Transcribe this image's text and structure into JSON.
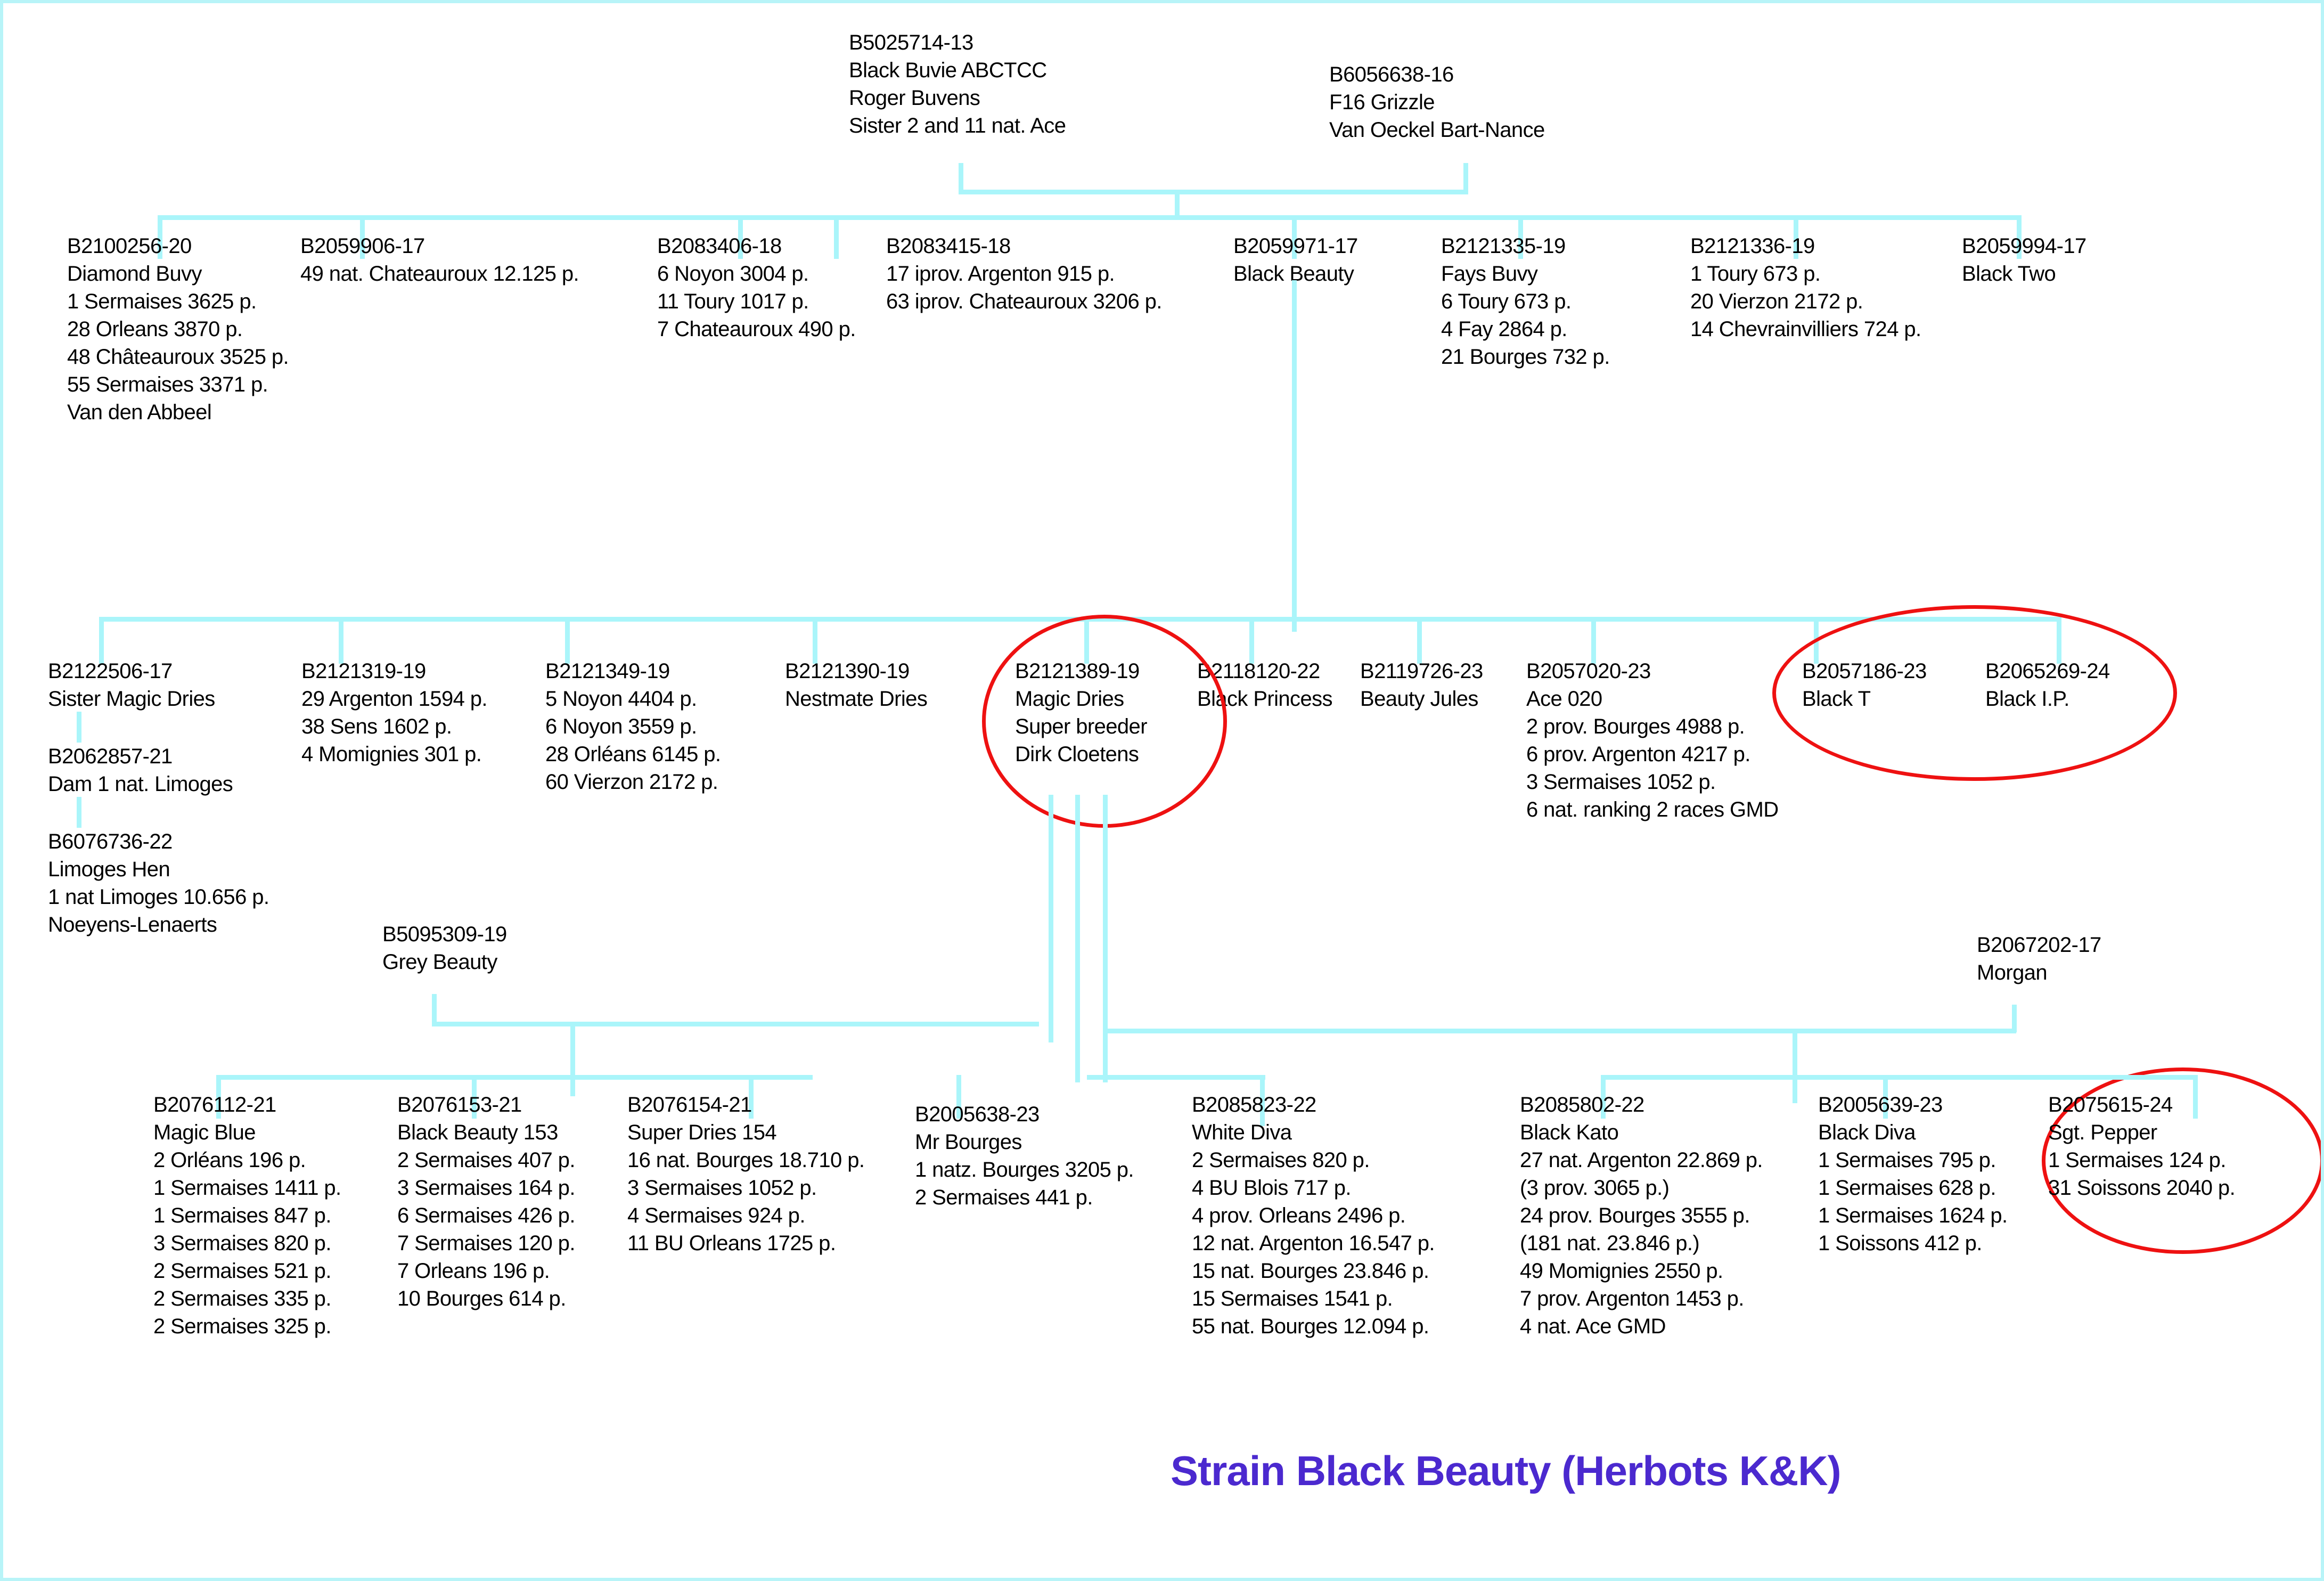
{
  "chart_data": {
    "type": "table",
    "title": "Strain Black Beauty (Herbots K&K)",
    "description": "Pigeon pedigree tree, 4 generations, cyan connector lines, red highlight ellipses"
  },
  "title": "Strain Black Beauty (Herbots K&K)",
  "colors": {
    "connector": "#aaf5fa",
    "highlight": "#ee1111",
    "title": "#4b29cf",
    "border": "#b8f4f8",
    "text": "#000000"
  },
  "generations": [
    {
      "name": "generation-1",
      "nodes": [
        {
          "id": "B5025714-13",
          "lines": [
            "B5025714-13",
            "Black Buvie ABCTCC",
            "Roger Buvens",
            "Sister 2 and 11 nat. Ace"
          ]
        },
        {
          "id": "B6056638-16",
          "lines": [
            "B6056638-16",
            "F16 Grizzle",
            "Van Oeckel Bart-Nance"
          ]
        }
      ]
    },
    {
      "name": "generation-2",
      "nodes": [
        {
          "id": "B2100256-20",
          "lines": [
            "B2100256-20",
            "Diamond Buvy",
            "1 Sermaises 3625 p.",
            "28 Orleans 3870 p.",
            "48 Châteauroux 3525 p.",
            "55 Sermaises 3371 p.",
            "Van den Abbeel"
          ]
        },
        {
          "id": "B2059906-17",
          "lines": [
            "B2059906-17",
            "49 nat. Chateauroux 12.125 p."
          ]
        },
        {
          "id": "B2083406-18",
          "lines": [
            "B2083406-18",
            "6 Noyon 3004 p.",
            "11 Toury 1017 p.",
            "7 Chateauroux 490 p."
          ]
        },
        {
          "id": "B2083415-18",
          "lines": [
            "B2083415-18",
            "17 iprov. Argenton 915 p.",
            "63 iprov. Chateauroux 3206 p."
          ]
        },
        {
          "id": "B2059971-17",
          "lines": [
            "B2059971-17",
            "Black Beauty"
          ]
        },
        {
          "id": "B2121335-19",
          "lines": [
            "B2121335-19",
            "Fays Buvy",
            "6 Toury 673 p.",
            "4 Fay 2864 p.",
            "21 Bourges 732 p."
          ]
        },
        {
          "id": "B2121336-19",
          "lines": [
            "B2121336-19",
            "1 Toury 673 p.",
            "20 Vierzon 2172 p.",
            "14 Chevrainvilliers 724 p."
          ]
        },
        {
          "id": "B2059994-17",
          "lines": [
            "B2059994-17",
            "Black Two"
          ]
        }
      ]
    },
    {
      "name": "generation-3",
      "nodes": [
        {
          "id": "B2122506-17",
          "lines": [
            "B2122506-17",
            "Sister Magic Dries"
          ]
        },
        {
          "id": "B2062857-21",
          "lines": [
            "B2062857-21",
            "Dam 1 nat. Limoges"
          ]
        },
        {
          "id": "B6076736-22",
          "lines": [
            "B6076736-22",
            "Limoges Hen",
            "1 nat Limoges 10.656 p.",
            "Noeyens-Lenaerts"
          ]
        },
        {
          "id": "B2121319-19",
          "lines": [
            "B2121319-19",
            "29 Argenton 1594 p.",
            "38 Sens 1602 p.",
            "4 Momignies 301 p."
          ]
        },
        {
          "id": "B2121349-19",
          "lines": [
            "B2121349-19",
            "5 Noyon 4404 p.",
            "6 Noyon 3559 p.",
            "28 Orléans 6145 p.",
            "60 Vierzon 2172 p."
          ]
        },
        {
          "id": "B2121390-19",
          "lines": [
            "B2121390-19",
            "Nestmate Dries"
          ]
        },
        {
          "id": "B2121389-19",
          "lines": [
            "B2121389-19",
            "Magic Dries",
            "Super breeder",
            "Dirk Cloetens"
          ],
          "highlighted": true
        },
        {
          "id": "B2118120-22",
          "lines": [
            "B2118120-22",
            "Black Princess"
          ]
        },
        {
          "id": "B2119726-23",
          "lines": [
            "B2119726-23",
            "Beauty Jules"
          ]
        },
        {
          "id": "B2057020-23",
          "lines": [
            "B2057020-23",
            "Ace 020",
            "2 prov. Bourges 4988 p.",
            "6 prov. Argenton 4217 p.",
            "3 Sermaises 1052 p.",
            "6 nat. ranking 2 races GMD"
          ]
        },
        {
          "id": "B2057186-23",
          "lines": [
            "B2057186-23",
            "Black T"
          ],
          "highlighted": true
        },
        {
          "id": "B2065269-24",
          "lines": [
            "B2065269-24",
            "Black I.P."
          ],
          "highlighted": true
        }
      ]
    },
    {
      "name": "generation-3b",
      "nodes": [
        {
          "id": "B5095309-19",
          "lines": [
            "B5095309-19",
            "Grey Beauty"
          ]
        },
        {
          "id": "B2067202-17",
          "lines": [
            "B2067202-17",
            "Morgan"
          ]
        }
      ]
    },
    {
      "name": "generation-4",
      "nodes": [
        {
          "id": "B2076112-21",
          "lines": [
            "B2076112-21",
            "Magic Blue",
            "2 Orléans 196 p.",
            "1 Sermaises 1411 p.",
            "1 Sermaises 847 p.",
            "3 Sermaises 820 p.",
            "2 Sermaises 521 p.",
            "2 Sermaises 335 p.",
            "2 Sermaises 325 p."
          ]
        },
        {
          "id": "B2076153-21",
          "lines": [
            "B2076153-21",
            "Black Beauty 153",
            "2 Sermaises 407 p.",
            "3 Sermaises 164 p.",
            "6 Sermaises 426 p.",
            "7 Sermaises 120 p.",
            "7 Orleans 196 p.",
            "10 Bourges 614 p."
          ]
        },
        {
          "id": "B2076154-21",
          "lines": [
            "B2076154-21",
            "Super Dries 154",
            "16 nat. Bourges 18.710 p.",
            "3 Sermaises 1052 p.",
            "4 Sermaises 924 p.",
            "11 BU Orleans 1725 p."
          ]
        },
        {
          "id": "B2005638-23",
          "lines": [
            "B2005638-23",
            "Mr Bourges",
            "1 natz. Bourges 3205 p.",
            "2 Sermaises 441 p."
          ]
        },
        {
          "id": "B2085823-22",
          "lines": [
            "B2085823-22",
            "White Diva",
            "2 Sermaises 820 p.",
            "4 BU Blois 717 p.",
            "4 prov. Orleans 2496 p.",
            "12 nat. Argenton 16.547 p.",
            "15 nat. Bourges 23.846 p.",
            "15 Sermaises 1541 p.",
            "55 nat. Bourges 12.094 p."
          ]
        },
        {
          "id": "B2085802-22",
          "lines": [
            "B2085802-22",
            "Black Kato",
            "27 nat. Argenton 22.869 p.",
            "(3 prov. 3065 p.)",
            "24 prov. Bourges 3555 p.",
            "(181 nat. 23.846 p.)",
            "49 Momignies 2550 p.",
            "7 prov. Argenton 1453 p.",
            "4 nat. Ace GMD"
          ]
        },
        {
          "id": "B2005639-23",
          "lines": [
            "B2005639-23",
            "Black Diva",
            "1 Sermaises 795 p.",
            "1 Sermaises 628 p.",
            "1 Sermaises 1624 p.",
            "1 Soissons 412 p."
          ]
        },
        {
          "id": "B2075615-24",
          "lines": [
            "B2075615-24",
            "Sgt. Pepper",
            "1 Sermaises 124 p.",
            "31 Soissons 2040 p."
          ],
          "highlighted": true
        }
      ]
    }
  ]
}
